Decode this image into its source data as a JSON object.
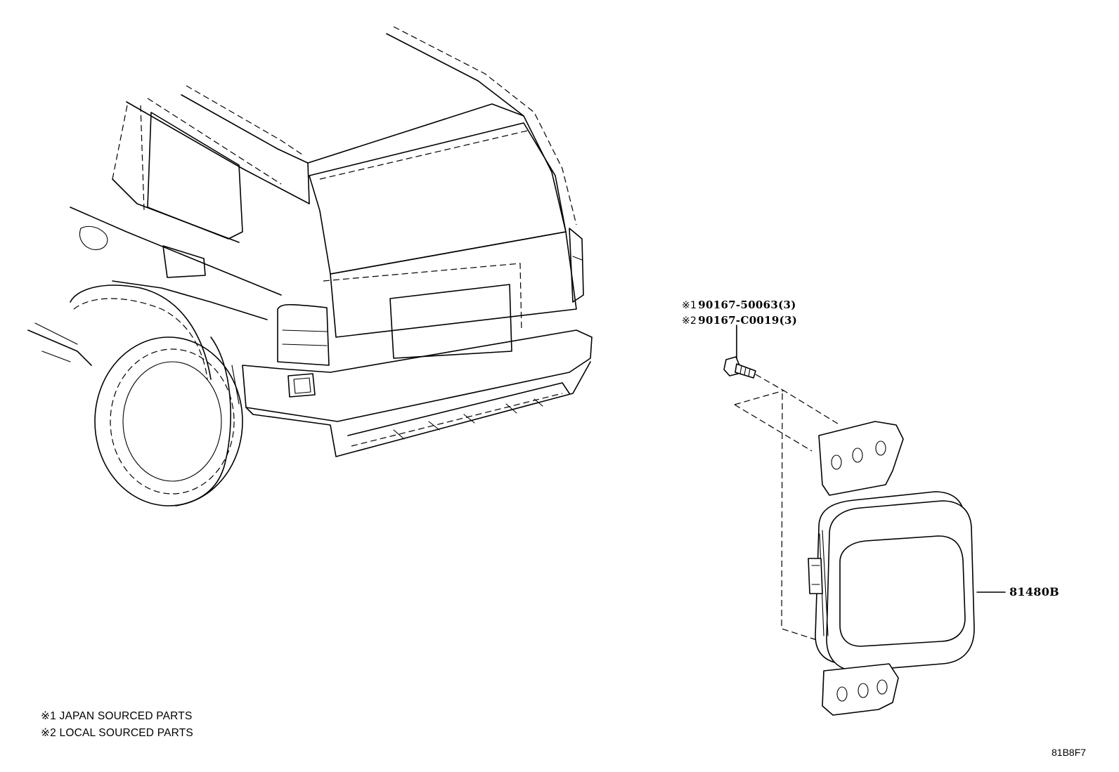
{
  "callouts": {
    "bolt_line_1_mark": "※1",
    "bolt_line_1_part": "90167-50063(3)",
    "bolt_line_2_mark": "※2",
    "bolt_line_2_part": "90167-C0019(3)",
    "sensor_part": "81480B"
  },
  "notes": {
    "note_1": "※1 JAPAN SOURCED PARTS",
    "note_2": "※2 LOCAL SOURCED PARTS"
  },
  "diagram_ref": "81B8F7"
}
